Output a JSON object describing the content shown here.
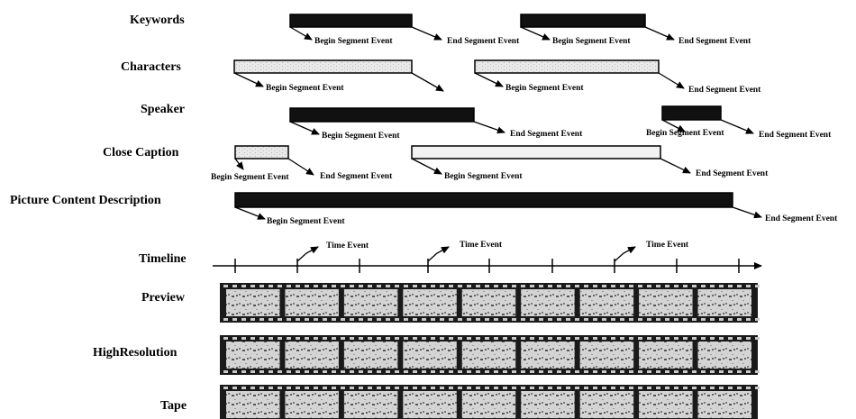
{
  "tracks": [
    {
      "label": "Keywords",
      "fill": "#111111",
      "segments": [
        {
          "begin": "Begin Segment Event",
          "end": "End Segment Event"
        },
        {
          "begin": "Begin Segment Event",
          "end": "End Segment Event"
        }
      ]
    },
    {
      "label": "Characters",
      "fill": "#e8e8e8",
      "segments": [
        {
          "begin": "Begin Segment Event",
          "end": ""
        },
        {
          "begin": "Begin Segment Event",
          "end": "End Segment Event"
        }
      ]
    },
    {
      "label": "Speaker",
      "fill": "#111111",
      "segments": [
        {
          "begin": "Begin Segment Event",
          "end": "End Segment Event"
        },
        {
          "begin": "Begin Segment Event",
          "end": "End Segment Event"
        }
      ]
    },
    {
      "label": "Close Caption",
      "fill": "#efefef",
      "segments": [
        {
          "begin": "Begin Segment Event",
          "end": "End Segment Event"
        },
        {
          "begin": "Begin Segment Event",
          "end": "End Segment Event"
        }
      ]
    },
    {
      "label": "Picture Content Description",
      "fill": "#111111",
      "segments": [
        {
          "begin": "Begin Segment Event",
          "end": "End Segment Event"
        }
      ]
    }
  ],
  "timeline": {
    "label": "Timeline",
    "event_label": "Time Event",
    "events": [
      "Time Event",
      "Time Event",
      "Time Event"
    ]
  },
  "filmstrips": [
    {
      "label": "Preview"
    },
    {
      "label": "HighResolution"
    },
    {
      "label": "Tape"
    }
  ],
  "colors": {
    "ink": "#000000",
    "film": "#1a1a1a",
    "frame": "#c9c9c9"
  }
}
